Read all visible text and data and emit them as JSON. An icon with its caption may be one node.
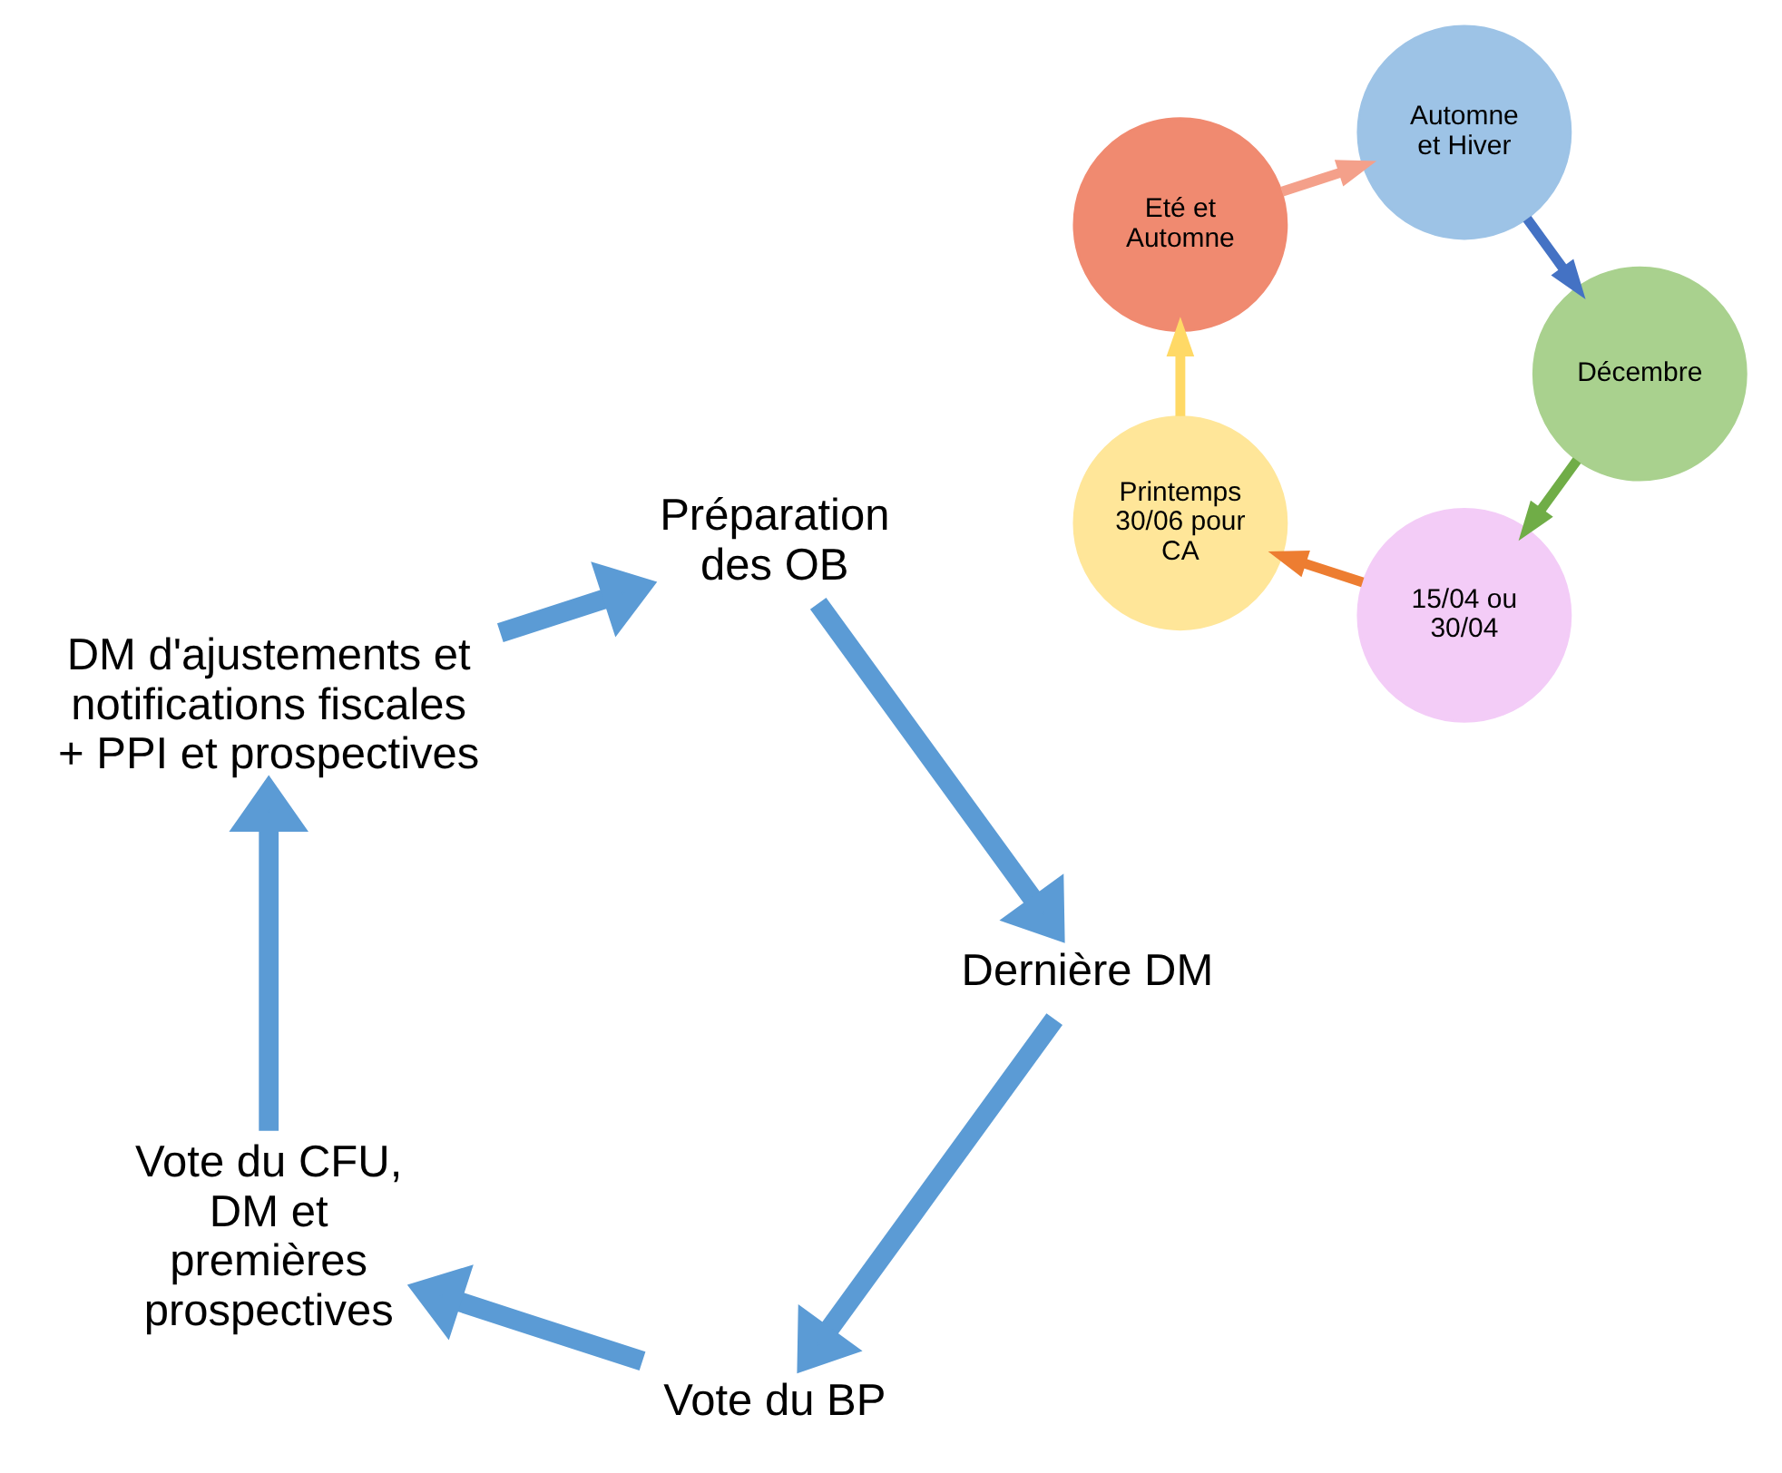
{
  "diagram": {
    "nodes": [
      {
        "text": [
          "Vote du BP"
        ]
      },
      {
        "text": [
          "Vote du CFU, DM et premières prospectives"
        ]
      },
      {
        "text": [
          "DM d'ajustements et notifications fiscales + PPI et prospectives"
        ]
      },
      {
        "text": [
          "Préparation des OB"
        ]
      },
      {
        "text": [
          "Dernière DM"
        ]
      },
      {
        "text": [
          "15/04 ou 30/04"
        ]
      },
      {
        "text": [
          "Printemps 30/06 pour CA"
        ]
      },
      {
        "text": [
          "Eté et Automne"
        ]
      },
      {
        "text": [
          "Automne et Hiver"
        ]
      },
      {
        "text": [
          "Décembre"
        ]
      }
    ],
    "edges": [
      {
        "from": 0,
        "to": 1,
        "arrow": "to",
        "style": "thick"
      },
      {
        "from": 1,
        "to": 2,
        "arrow": "to",
        "style": "thick"
      },
      {
        "from": 2,
        "to": 3,
        "arrow": "to",
        "style": "thick"
      },
      {
        "from": 3,
        "to": 4,
        "arrow": "to",
        "style": "thick"
      },
      {
        "from": 4,
        "to": 0,
        "arrow": "to",
        "style": "thick"
      },
      {
        "from": 5,
        "to": 6,
        "arrow": "to",
        "color": "#ed7d31"
      },
      {
        "from": 6,
        "to": 7,
        "arrow": "to",
        "color": "#ffd966"
      },
      {
        "from": 7,
        "to": 8,
        "arrow": "to",
        "color": "#f4a08a"
      },
      {
        "from": 8,
        "to": 9,
        "arrow": "to",
        "color": "#4472c4"
      },
      {
        "from": 9,
        "to": 5,
        "arrow": "to",
        "color": "#70ad47"
      }
    ]
  }
}
